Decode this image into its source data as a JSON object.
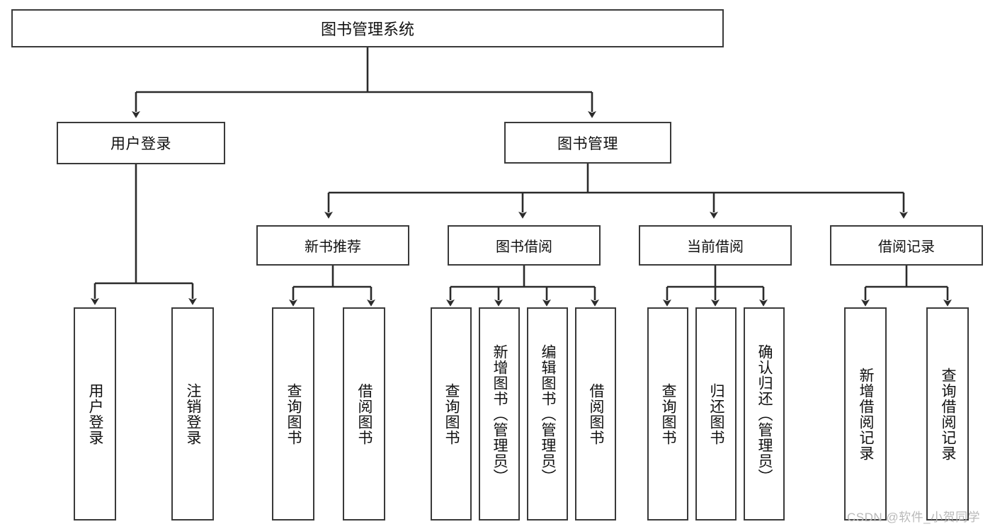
{
  "diagram": {
    "title_text": "图书管理系统",
    "type": "tree-hierarchy-diagram",
    "colors": {
      "box_border": "#3a3a3a",
      "box_fill": "#ffffff",
      "connector": "#2b2b2b",
      "text": "#111111",
      "watermark": "#b9b9b9"
    },
    "root": {
      "label": "图书管理系统"
    },
    "level2": [
      {
        "label": "用户登录"
      },
      {
        "label": "图书管理"
      }
    ],
    "level3": [
      {
        "label": "新书推荐"
      },
      {
        "label": "图书借阅"
      },
      {
        "label": "当前借阅"
      },
      {
        "label": "借阅记录"
      }
    ],
    "leaves": {
      "user_login": [
        {
          "label": "用户登录"
        },
        {
          "label": "注销登录"
        }
      ],
      "new_book_recommend": [
        {
          "label": "查询图书"
        },
        {
          "label": "借阅图书"
        }
      ],
      "book_borrow": [
        {
          "label": "查询图书"
        },
        {
          "label": "新增图书（管理员）"
        },
        {
          "label": "编辑图书（管理员）"
        },
        {
          "label": "借阅图书"
        }
      ],
      "current_borrow": [
        {
          "label": "查询图书"
        },
        {
          "label": "归还图书"
        },
        {
          "label": "确认归还（管理员）"
        }
      ],
      "borrow_record": [
        {
          "label": "新增借阅记录"
        },
        {
          "label": "查询借阅记录"
        }
      ]
    },
    "watermark": {
      "text": "CSDN @软件_小贺同学"
    }
  }
}
